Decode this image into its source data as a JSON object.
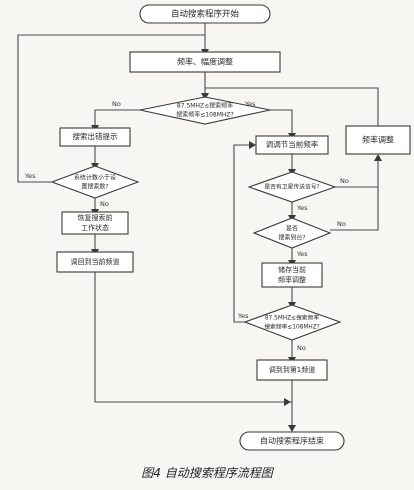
{
  "diagram": {
    "nodes": {
      "start": "自动搜索程序开始",
      "freq_adjust": "频率、幅度调整",
      "decision_main": [
        "87.5MHZ≤搜索频率",
        "搜索频率≤108MHZ?"
      ],
      "search_done": "搜索出错提示",
      "decision_left": [
        "系统计数小于设",
        "置搜索数?"
      ],
      "restore": [
        "恢复搜索前",
        "工作状态"
      ],
      "current_channel": "调回到当前频道",
      "down_freq": "调调节当前频率",
      "decision_signal": "是否有卫星传送信号?",
      "decision_station": [
        "是否",
        "搜索到台?"
      ],
      "freq_tune": "频率调整",
      "store": [
        "储存当前",
        "频率调整"
      ],
      "decision_lower": [
        "87.5MHZ≤搜索频率",
        "搜索频率≤108MHZ?"
      ],
      "next_channel": "调到到第1频道",
      "end": "自动搜索程序结束"
    },
    "labels": {
      "yes": "Yes",
      "no": "No"
    }
  },
  "caption": "图4  自动搜索程序流程图"
}
